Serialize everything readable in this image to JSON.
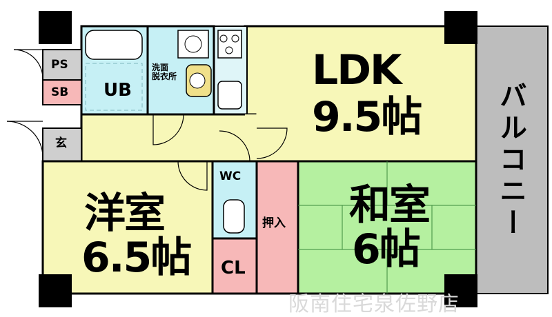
{
  "rooms": {
    "ldk_name": "LDK",
    "ldk_size": "9.5帖",
    "western_name": "洋室",
    "western_size": "6.5帖",
    "japanese_name": "和室",
    "japanese_size": "6帖",
    "balcony": "バルコニー",
    "bath": "UB",
    "washroom": "洗面\n脱衣所",
    "toilet": "WC",
    "closet": "CL",
    "oshiire": "押入",
    "entrance": "玄",
    "ps": "PS",
    "sb": "SB"
  },
  "watermark": "阪南住宅泉佐野店",
  "colors": {
    "ldk": "#f7f7b8",
    "western": "#f7f7b8",
    "hall": "#f7f7b8",
    "japanese": "#b5f0a0",
    "balcony": "#bdbdbd",
    "bath": "#c6f0f5",
    "washroom": "#c6f0f5",
    "toilet": "#c6f0f5",
    "closet": "#f7b8b8",
    "oshiire": "#f7b8b8",
    "sb": "#f7b8b8",
    "ps": "#cfcfcf",
    "entrance": "#cfcfcf",
    "wall": "#000000"
  }
}
